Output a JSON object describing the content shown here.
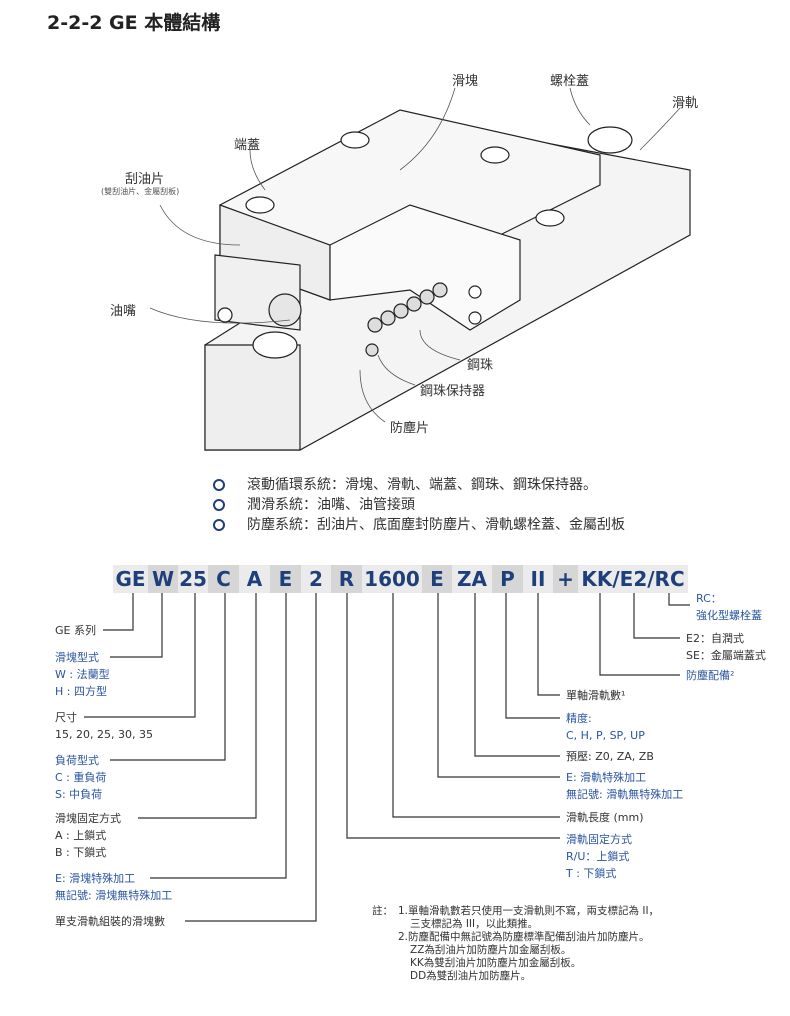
{
  "title": "2-2-2 GE 本體結構",
  "diagram_labels": {
    "slider": "滑塊",
    "bolt_cap": "螺栓蓋",
    "rail": "滑軌",
    "end_cap": "端蓋",
    "scraper": "刮油片",
    "scraper_note": "(雙刮油片、金屬刮板)",
    "grease_nipple": "油嘴",
    "balls": "鋼珠",
    "ball_retainer": "鋼珠保持器",
    "dust_seal": "防塵片"
  },
  "systems": [
    "滾動循環系統：滑塊、滑軌、端蓋、鋼珠、鋼珠保持器。",
    "潤滑系統：油嘴、油管接頭",
    "防塵系統：刮油片、底面塵封防塵片、滑軌螺栓蓋、金屬刮板"
  ],
  "code_segments": [
    "GE",
    "W",
    "25",
    "C",
    "A",
    "E",
    "2",
    "R",
    "1600",
    "E",
    "ZA",
    "P",
    "II",
    "+",
    "KK/E2/RC"
  ],
  "left_legend": {
    "series": "GE 系列",
    "block_type": [
      "滑塊型式",
      "W : 法蘭型",
      "H : 四方型"
    ],
    "size": [
      "尺寸",
      "15, 20, 25, 30, 35"
    ],
    "load": [
      "負荷型式",
      "C : 重負荷",
      "S: 中負荷"
    ],
    "block_mount": [
      "滑塊固定方式",
      "A : 上鎖式",
      "B : 下鎖式"
    ],
    "block_special": [
      "E: 滑塊特殊加工",
      "無記號: 滑塊無特殊加工"
    ],
    "blocks_per_rail": "單支滑軌組裝的滑塊數"
  },
  "right_legend": {
    "rc": [
      "RC：",
      "強化型螺栓蓋"
    ],
    "e2": [
      "E2：自潤式",
      "SE：金屬端蓋式"
    ],
    "dust": "防塵配備²",
    "rails": "單軸滑軌數¹",
    "accuracy": [
      "精度:",
      "C, H, P, SP, UP"
    ],
    "preload": "預壓: Z0, ZA, ZB",
    "rail_special": [
      "E: 滑軌特殊加工",
      "無記號: 滑軌無特殊加工"
    ],
    "rail_length": "滑軌長度 (mm)",
    "rail_mount": [
      "滑軌固定方式",
      "R/U：上鎖式",
      "T : 下鎖式"
    ]
  },
  "notes": {
    "label": "註：",
    "lines": [
      "1.單軸滑軌數若只使用一支滑軌則不寫，兩支標記為 II，",
      "三支標記為 III，以此類推。",
      "2.防塵配備中無記號為防塵標準配備刮油片加防塵片。",
      "ZZ為刮油片加防塵片加金屬刮板。",
      "KK為雙刮油片加防塵片加金屬刮板。",
      "DD為雙刮油片加防塵片。"
    ]
  },
  "colors": {
    "accent": "#1f3f7a",
    "blue_text": "#2a55a0"
  }
}
